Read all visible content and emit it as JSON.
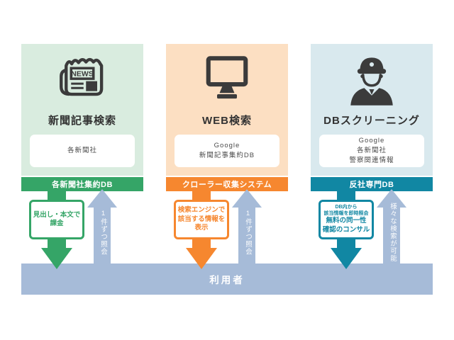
{
  "colors": {
    "green": "#35a567",
    "green_bg": "#d9ecdf",
    "orange": "#f6872f",
    "orange_bg": "#fcdfc2",
    "teal": "#1187a3",
    "teal_bg": "#d9e9ee",
    "user_bar": "#a6bbd8",
    "icon": "#3b3b3b"
  },
  "icon_text": {
    "news": "NEWS"
  },
  "columns": [
    {
      "title": "新聞記事検索",
      "icon": "newspaper-icon",
      "source_box_lines": [
        "各新聞社"
      ],
      "db_bar_label": "各新聞社集約DB",
      "down_arrow_label_lines": [
        "見出し・本文で",
        "課金"
      ],
      "up_arrow_label": "1件ずつ照会"
    },
    {
      "title": "WEB検索",
      "icon": "monitor-icon",
      "source_box_lines": [
        "Google",
        "新聞記事集約DB"
      ],
      "db_bar_label": "クローラー収集システム",
      "down_arrow_label_lines": [
        "検索エンジンで",
        "該当する情報を",
        "表示"
      ],
      "up_arrow_label": "1件ずつ照会"
    },
    {
      "title": "DBスクリーニング",
      "icon": "police-officer-icon",
      "source_box_lines": [
        "Google",
        "各新聞社",
        "警察関連情報"
      ],
      "db_bar_label": "反社専門DB",
      "down_arrow_label_small_lines": [
        "DB内から",
        "該当情報を即時照会"
      ],
      "down_arrow_label_lines": [
        "無料の同一性",
        "確認のコンサル"
      ],
      "up_arrow_label": "様々な検索が可能"
    }
  ],
  "user_bar_label": "利用者"
}
